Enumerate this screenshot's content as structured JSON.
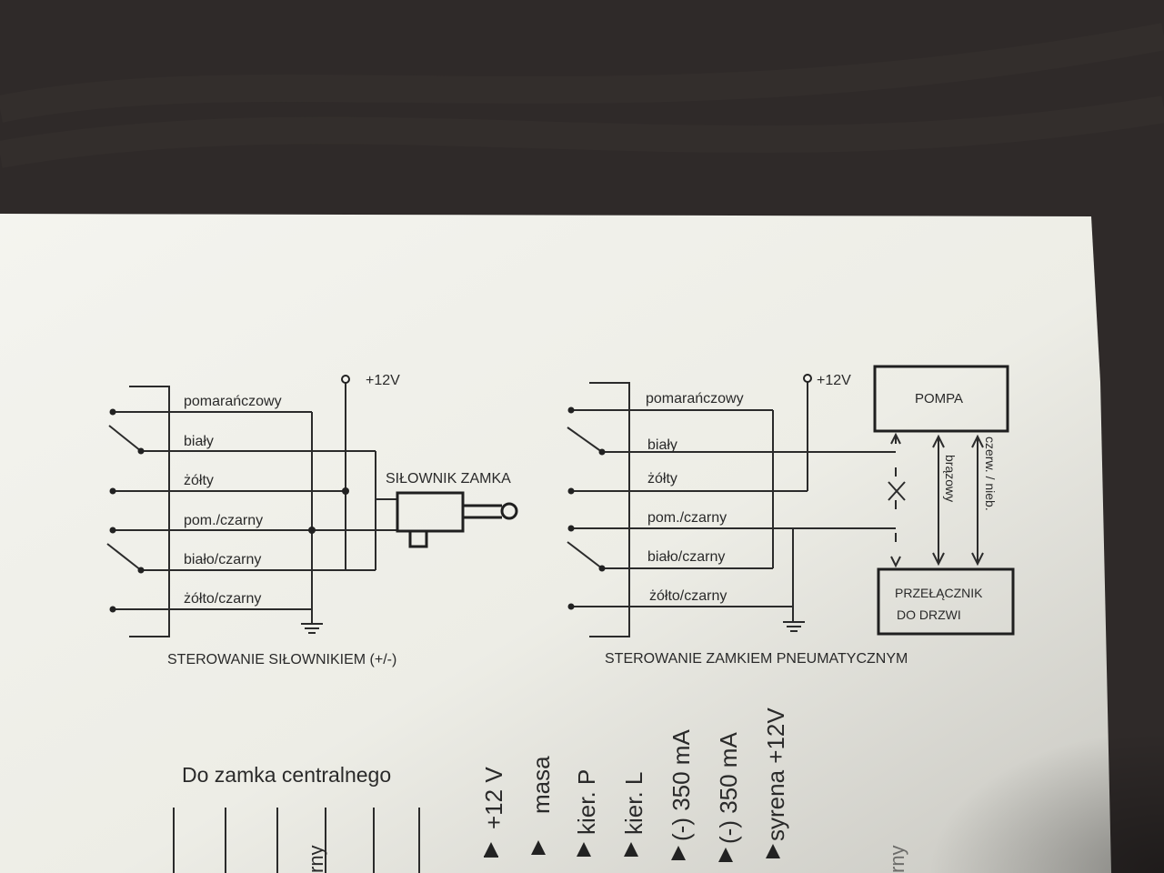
{
  "diagram_left": {
    "supply_label": "+12V",
    "wires": [
      "pomarańczowy",
      "biały",
      "żółty",
      "pom./czarny",
      "biało/czarny",
      "żółto/czarny"
    ],
    "actuator_label": "SIŁOWNIK ZAMKA",
    "caption": "STEROWANIE SIŁOWNIKIEM (+/-)"
  },
  "diagram_right": {
    "supply_label": "+12V",
    "wires": [
      "pomarańczowy",
      "biały",
      "żółty",
      "pom./czarny",
      "biało/czarny",
      "żółto/czarny"
    ],
    "pump_label": "POMPA",
    "switch_label_line1": "PRZEŁĄCZNIK",
    "switch_label_line2": "DO DRZWI",
    "hose_label_1": "brązowy",
    "hose_label_2": "czerw. / nieb.",
    "caption": "STEROWANIE ZAMKIEM PNEUMATYCZNYM"
  },
  "central_lock_label": "Do zamka centralnego",
  "cut_label": "rny",
  "connector_labels": [
    "+12 V",
    "masa",
    "kier. P",
    "kier. L",
    "(-) 350 mA",
    "(-) 350 mA",
    "syrena +12V"
  ],
  "edge_label": "rny"
}
